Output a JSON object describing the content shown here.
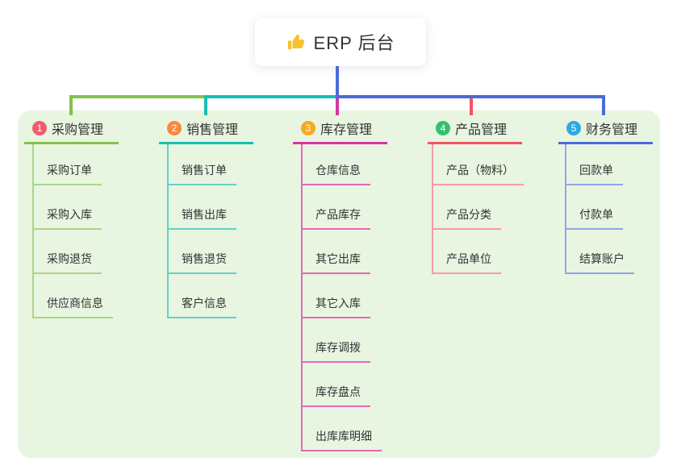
{
  "root": {
    "label": "ERP 后台",
    "icon": "thumbs-up-icon",
    "icon_color": "#f8c12c"
  },
  "trunk_color": "#4a6bd9",
  "panel_color": "#e8f5e1",
  "text_color": "#333333",
  "branches": [
    {
      "badge": "1",
      "label": "采购管理",
      "colors": {
        "badge": "#f15b6c",
        "line": "#82c24a",
        "child_line": "#aad687"
      },
      "children": [
        "采购订单",
        "采购入库",
        "采购退货",
        "供应商信息"
      ]
    },
    {
      "badge": "2",
      "label": "销售管理",
      "colors": {
        "badge": "#f68a3d",
        "line": "#17bfb2",
        "child_line": "#66d0c6"
      },
      "children": [
        "销售订单",
        "销售出库",
        "销售退货",
        "客户信息"
      ]
    },
    {
      "badge": "3",
      "label": "库存管理",
      "colors": {
        "badge": "#f9a81f",
        "line": "#d6359f",
        "child_line": "#e567b8"
      },
      "children": [
        "仓库信息",
        "产品库存",
        "其它出库",
        "其它入库",
        "库存调拨",
        "库存盘点",
        "出库库明细"
      ]
    },
    {
      "badge": "4",
      "label": "产品管理",
      "colors": {
        "badge": "#33c16d",
        "line": "#f5515f",
        "child_line": "#f79ba4"
      },
      "children": [
        "产品（物料）",
        "产品分类",
        "产品单位"
      ]
    },
    {
      "badge": "5",
      "label": "财务管理",
      "colors": {
        "badge": "#2daade",
        "line": "#4a6bd9",
        "child_line": "#8fa7e6"
      },
      "children": [
        "回款单",
        "付款单",
        "结算账户"
      ]
    }
  ]
}
